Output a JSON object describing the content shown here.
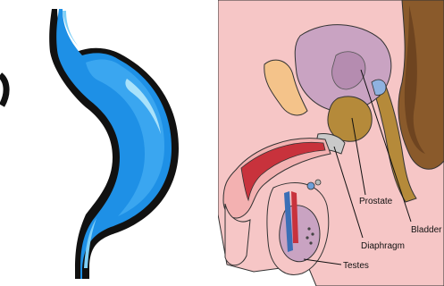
{
  "left_icon": {
    "name": "stomach",
    "colors": {
      "outline": "#111111",
      "fill": "#1e90e6",
      "highlight": "#7fd0f8"
    }
  },
  "anatomy_labels": {
    "prostate": "Prostate",
    "bladder": "Bladder",
    "diaphragm": "Diaphragm",
    "testes": "Testes"
  },
  "colors": {
    "skin": "#f6c6c6",
    "tissue_pink": "#f5a9b8",
    "bone_tan": "#f4c38a",
    "brown": "#8a5a2b",
    "olive": "#b58a3a",
    "purple": "#c9a3c2",
    "blue": "#3b6fb6",
    "red": "#c8323c",
    "grey": "#c9c9c9"
  }
}
